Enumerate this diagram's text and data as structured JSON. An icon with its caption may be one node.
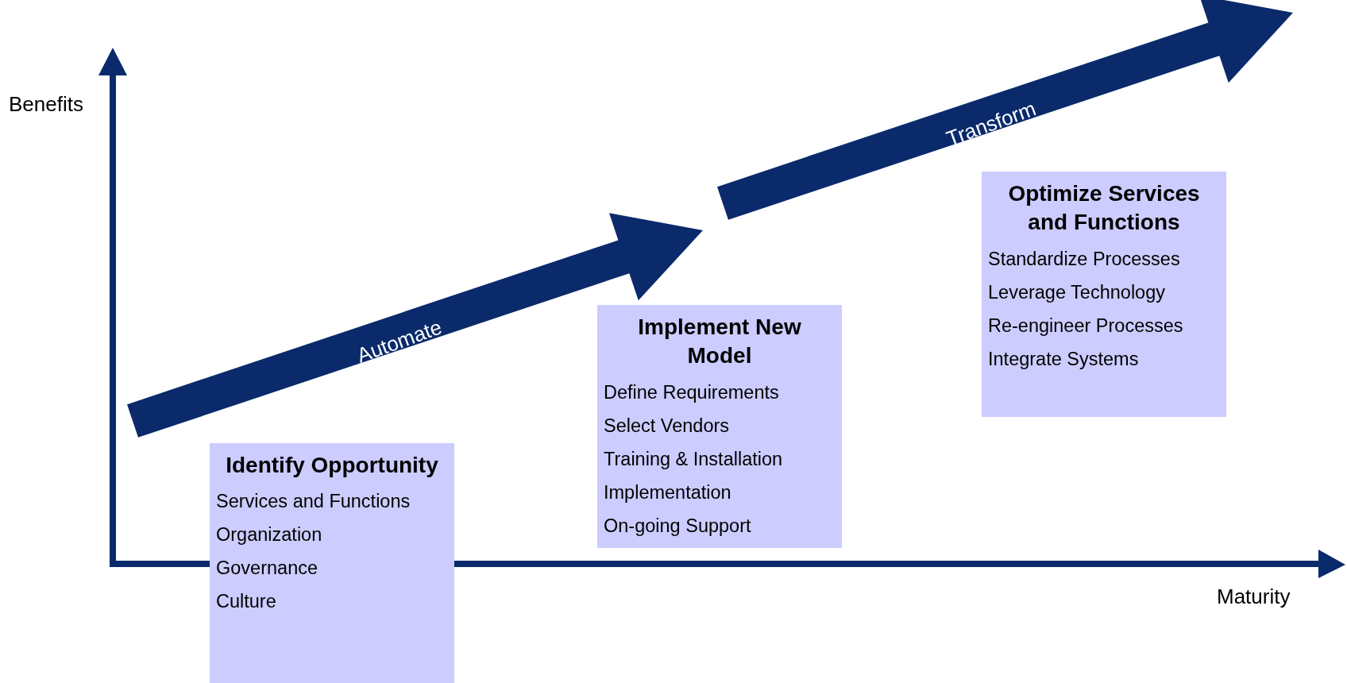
{
  "diagram": {
    "nodes": [
      {
        "text": [
          "Identify Opportunity",
          "Services and Functions",
          "Organization",
          "Governance",
          "Culture"
        ]
      },
      {
        "text": [
          "Implement New Model",
          "Define Requirements",
          "Select Vendors",
          "Training & Installation",
          "Implementation",
          "On-going Support"
        ]
      },
      {
        "text": [
          "Optimize Services and Functions",
          "Standardize Processes",
          "Leverage Technology",
          "Re-engineer Processes",
          "Integrate Systems"
        ]
      }
    ],
    "edges": [],
    "labels": [
      "Benefits",
      "Automate",
      "Transform",
      "Maturity"
    ]
  }
}
